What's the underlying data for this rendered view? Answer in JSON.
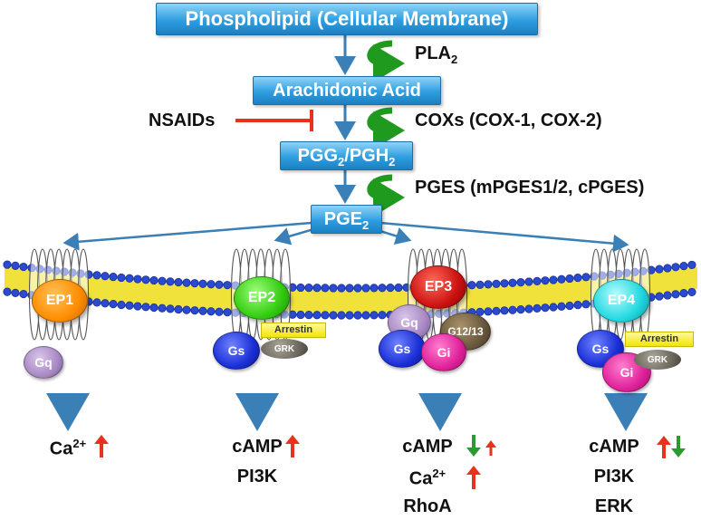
{
  "top_box": "Phospholipid (Cellular Membrane)",
  "aa_box": "Arachidonic Acid",
  "pgg_box": {
    "main": "PGG",
    "sub": "2",
    "sep": "/PGH",
    "sub2": "2"
  },
  "pge_box": {
    "main": "PGE",
    "sub": "2"
  },
  "enzymes": {
    "pla": {
      "main": "PLA",
      "sub": "2"
    },
    "cox": "COXs (COX-1, COX-2)",
    "pges": "PGES (mPGES1/2, cPGES)"
  },
  "inhibitor": "NSAIDs",
  "receptors": {
    "ep1": {
      "label": "EP1",
      "proteins": [
        "Gq"
      ],
      "readouts": [
        {
          "main": "Ca",
          "sup": "2+"
        }
      ]
    },
    "ep2": {
      "label": "EP2",
      "proteins": [
        "Gs",
        "Arrestin",
        "GRK"
      ],
      "readouts": [
        "cAMP",
        "PI3K"
      ]
    },
    "ep3": {
      "label": "EP3",
      "proteins": [
        "Gq",
        "Gs",
        "G12/13",
        "Gi"
      ],
      "readouts": [
        "cAMP",
        {
          "main": "Ca",
          "sup": "2+"
        },
        "RhoA"
      ]
    },
    "ep4": {
      "label": "EP4",
      "proteins": [
        "Gs",
        "Arrestin",
        "GRK",
        "Gi"
      ],
      "readouts": [
        "cAMP",
        "PI3K",
        "ERK"
      ]
    }
  },
  "colors": {
    "box_blue": "#2e9ee0",
    "arrow_blue": "#3a7fb5",
    "inhibit_red": "#e8321e",
    "up_red": "#e8321e",
    "down_green": "#2e9a2e",
    "ep1": "#ff8c00",
    "ep2": "#33cc11",
    "ep3": "#cc1111",
    "ep4": "#22d8e0",
    "gq": "#a98ac4",
    "gs": "#1a2fd6",
    "gi": "#e0219a",
    "g1213": "#6b5a3e",
    "grk": "#6e6a60",
    "arrestin": "#f2e600",
    "membrane_head": "#2a4ad0",
    "membrane_tail": "#f0e23a"
  },
  "icons": [
    "curved-enzyme-arrow-icon",
    "inhibition-bar-icon",
    "up-arrow-icon",
    "down-arrow-icon"
  ]
}
